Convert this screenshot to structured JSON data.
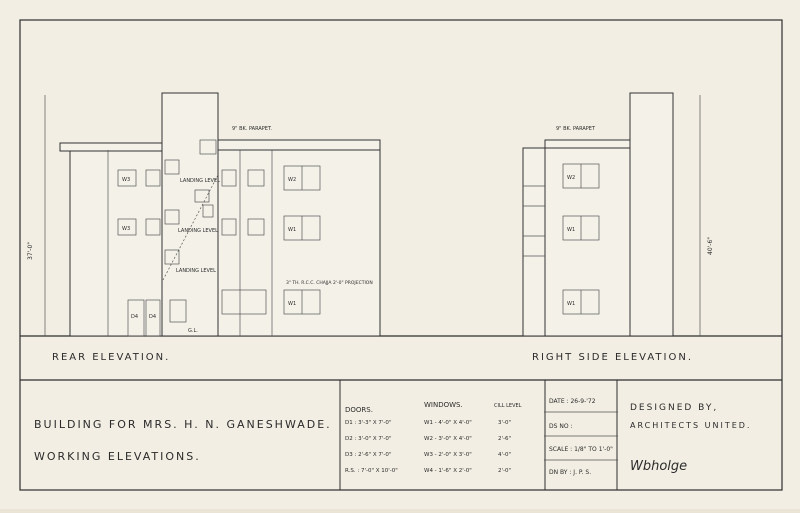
{
  "elevations": {
    "rear_label": "REAR   ELEVATION.",
    "side_label": "RIGHT  SIDE  ELEVATION.",
    "parapet_rear": "9\" BK. PARAPET.",
    "parapet_side": "9\" BK. PARAPET",
    "landing1": "LANDING LEVEL",
    "landing2": "LANDING LEVEL",
    "landing3": "LANDING LEVEL",
    "chajja": "3\" TH. R.C.C. CHAJJA 2'-0\" PROJECTION",
    "gl": "G.L.",
    "height_rear": "37'-0\"",
    "height_side": "40'-6\"",
    "win_w1": "W1",
    "win_w2": "W2",
    "win_w3": "W3",
    "door_d4": "D4"
  },
  "title_block": {
    "line1": "BUILDING  FOR  MRS.  H. N.  GANESHWADE.",
    "line2": "WORKING     ELEVATIONS."
  },
  "schedule": {
    "doors_header": "DOORS.",
    "windows_header": "WINDOWS.",
    "cill_header": "CILL LEVEL",
    "doors": [
      "D1 :   3'-3\" X 7'-0\"",
      "D2 :   3'-0\" X 7'-0\"",
      "D3 :   2'-6\" X 7'-0\"",
      "R.S. :  7'-0\" X 10'-0\""
    ],
    "windows": [
      "W1 - 4'-0\" X 4'-0\"",
      "W2 - 3'-0\" X 4'-0\"",
      "W3 - 2'-0\" X 3'-0\"",
      "W4 - 1'-6\" X 2'-0\""
    ],
    "cills": [
      "3'-0\"",
      "2'-6\"",
      "4'-0\"",
      "2'-0\""
    ]
  },
  "info": {
    "date": "DATE : 26-9-'72",
    "ds_no": "DS NO :",
    "scale": "SCALE : 1/8\" TO 1'-0\"",
    "dn_by": "DN BY : J. P. S."
  },
  "designer": {
    "label": "DESIGNED  BY,",
    "firm": "ARCHITECTS  UNITED.",
    "signature": "Wbholge"
  }
}
